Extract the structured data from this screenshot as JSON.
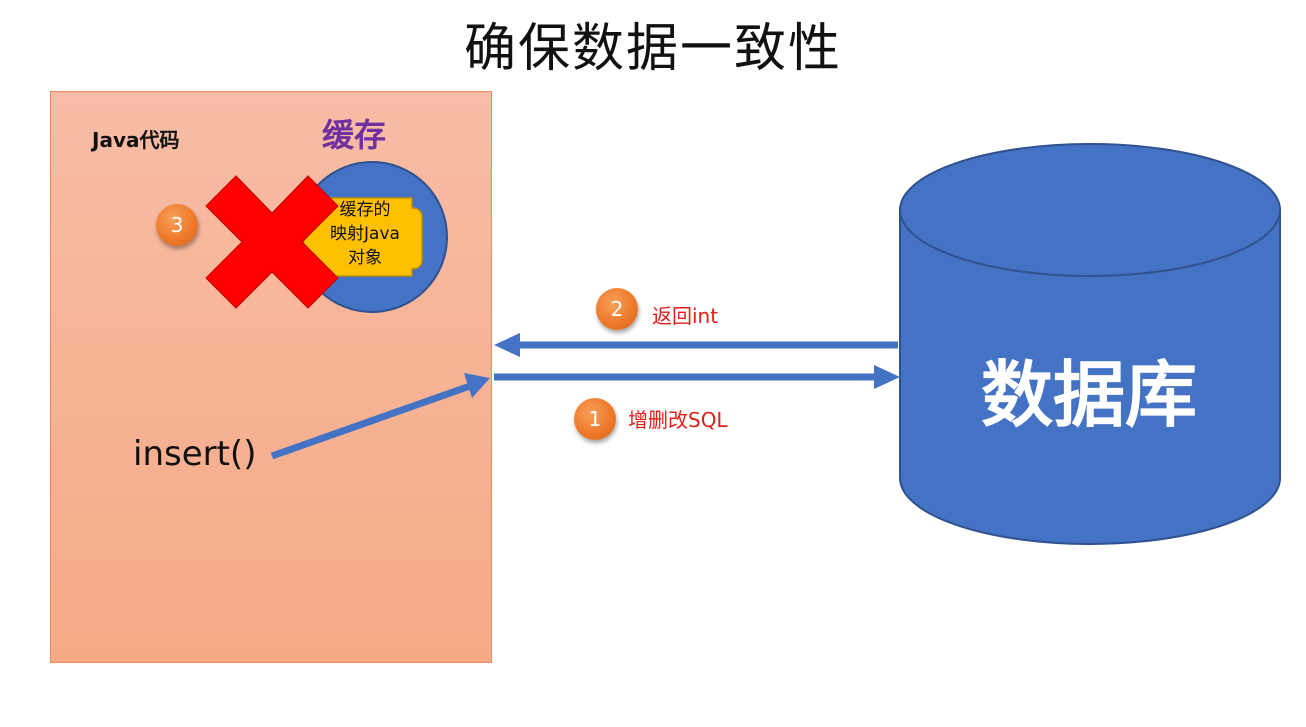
{
  "title": "确保数据一致性",
  "java_box": {
    "label": "Java代码"
  },
  "cache": {
    "label": "缓存",
    "object_lines": [
      "缓存的",
      "映射Java",
      "对象"
    ]
  },
  "insert": {
    "label": "insert()"
  },
  "database": {
    "label": "数据库"
  },
  "steps": [
    {
      "number": "1",
      "label": "增删改SQL"
    },
    {
      "number": "2",
      "label": "返回int"
    },
    {
      "number": "3",
      "label": ""
    }
  ],
  "colors": {
    "arrow": "#4472c4",
    "database": "#4472c4",
    "cache_circle": "#4472c4",
    "object_shape": "#ffc000",
    "cross": "#ff0000",
    "step_text": "#e0201a",
    "badge": "#ee7a2a",
    "java_box": "#f6b092",
    "cache_label": "#7030a0"
  },
  "icons": {
    "invalidate": "red-x-icon"
  }
}
